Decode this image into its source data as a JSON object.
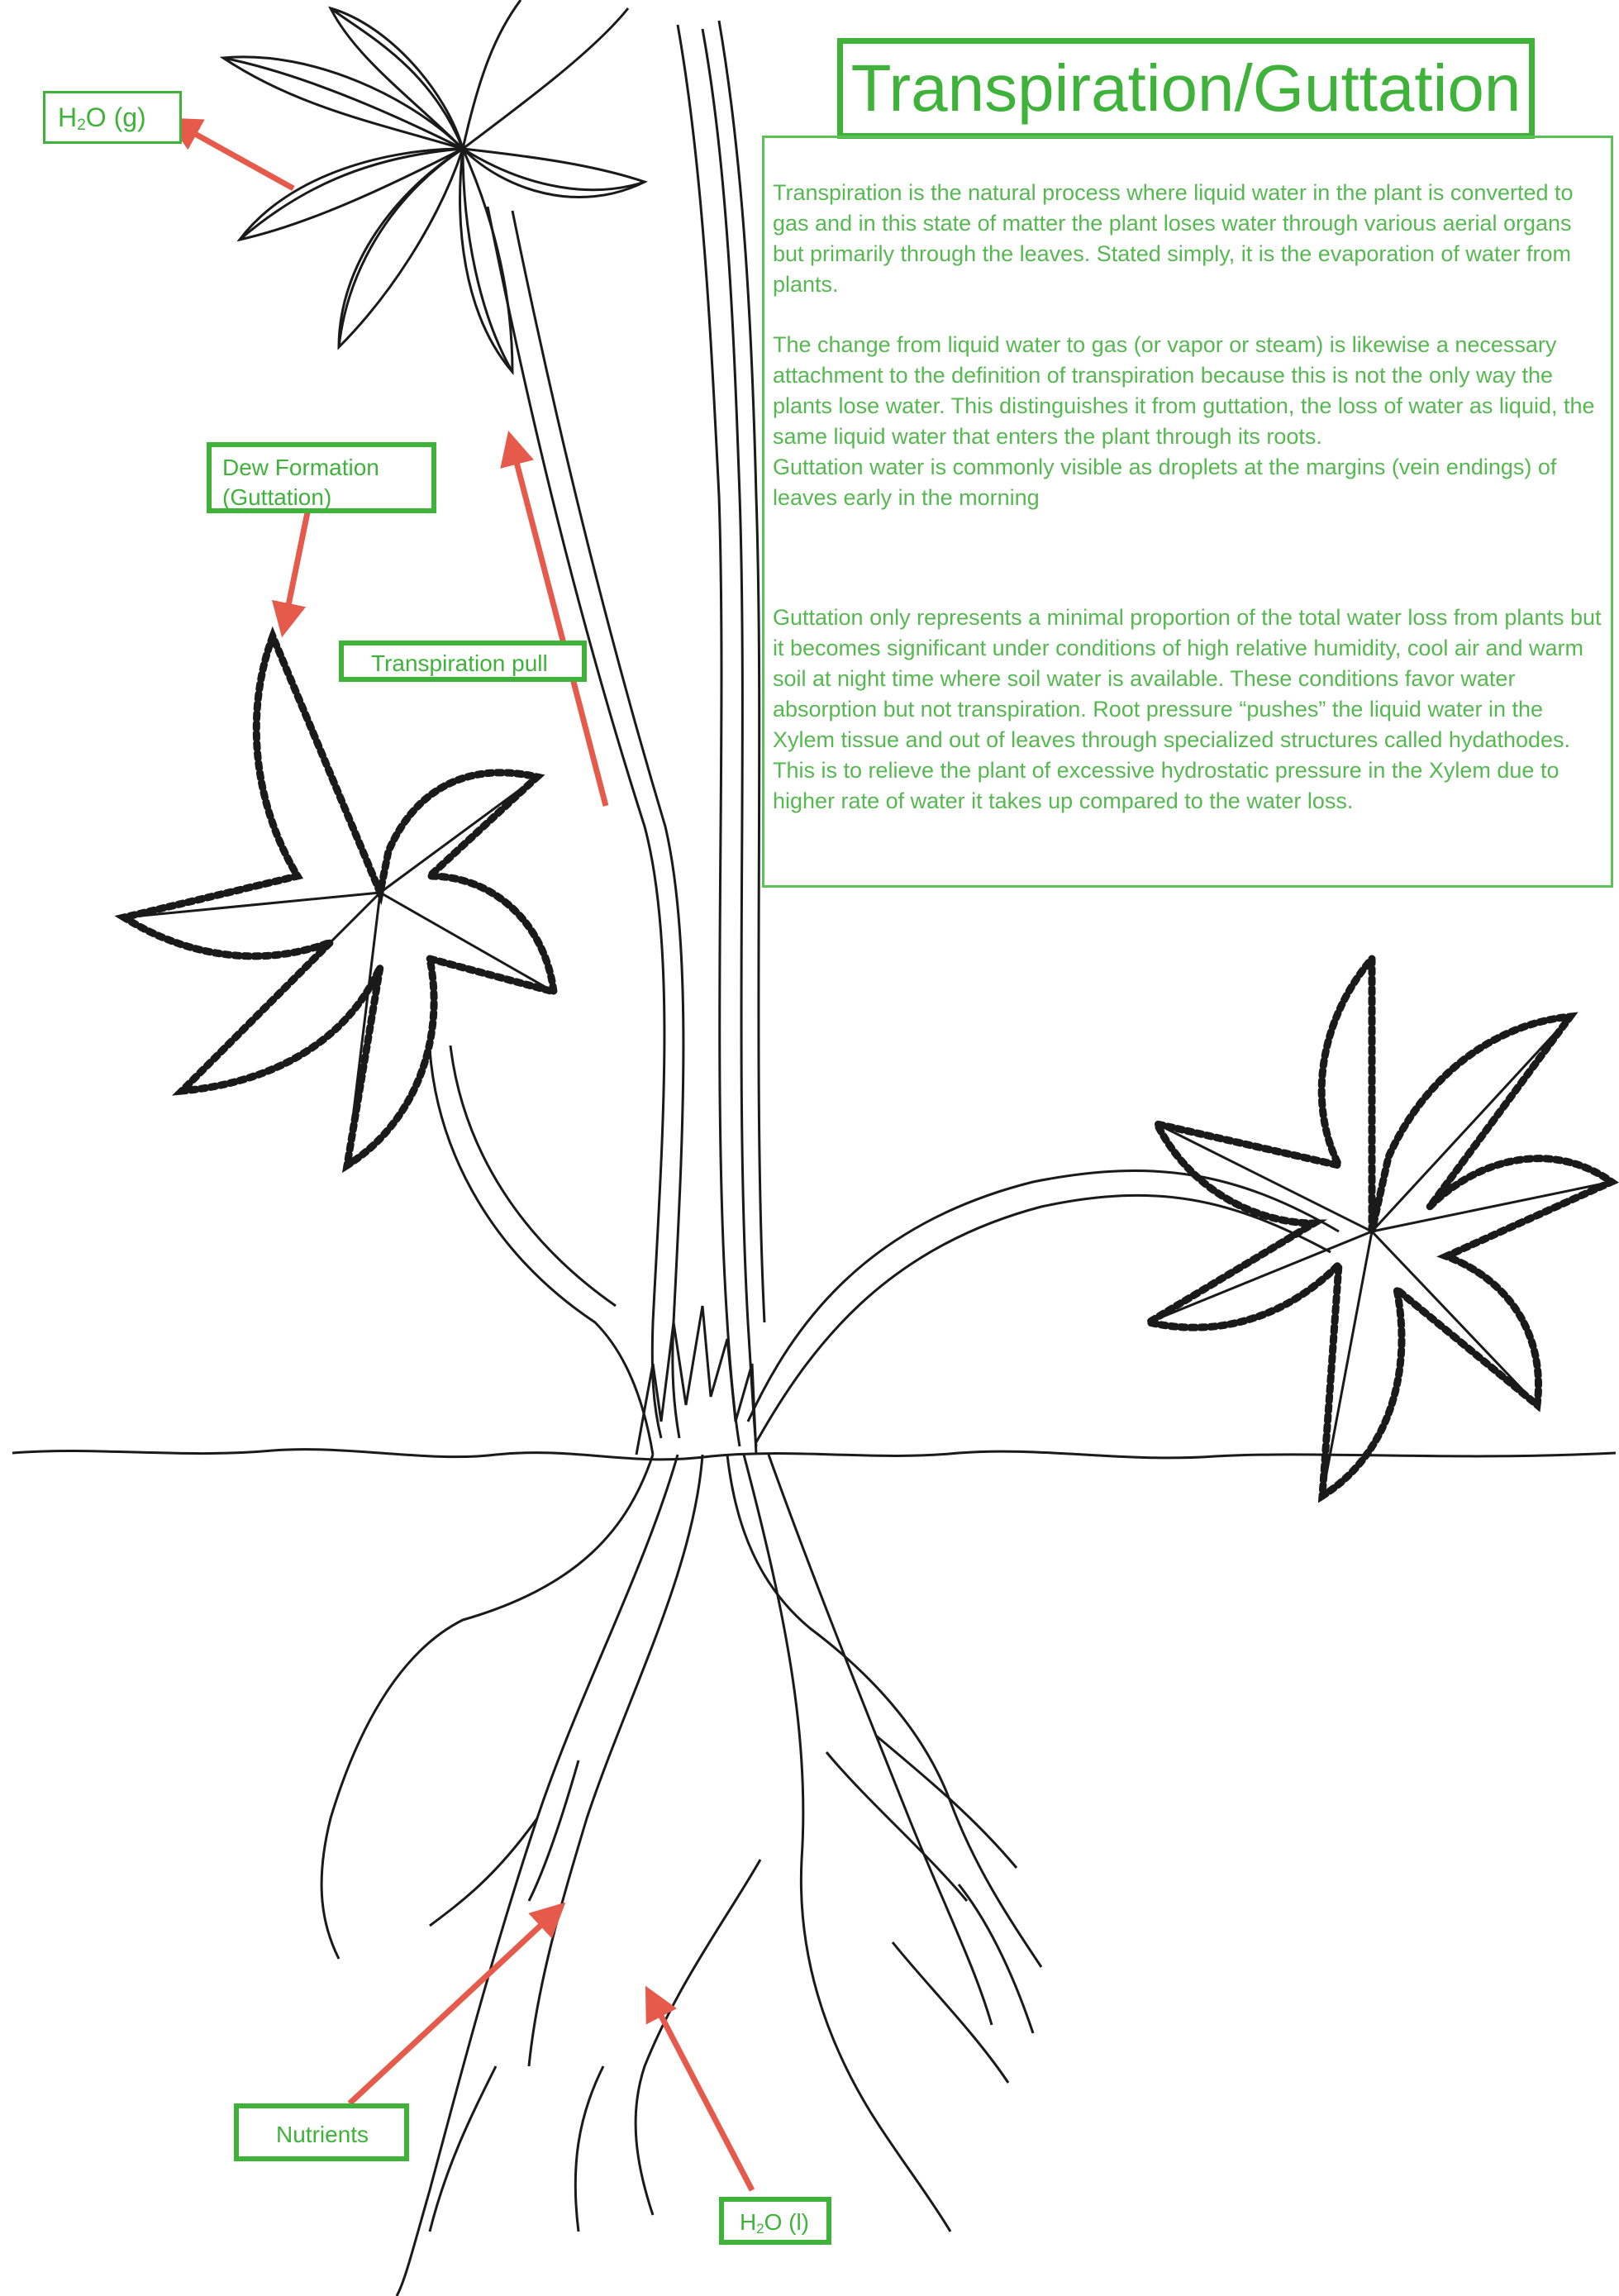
{
  "title": "Transpiration/Guttation",
  "paragraphs": [
    "Transpiration is the natural process where liquid water in the plant is converted to gas and in this state of matter the plant loses water through various aerial organs but primarily through the leaves. Stated simply, it is the evaporation of water from plants.",
    "The change from liquid water to gas (or vapor or steam) is likewise a necessary attachment to the definition of transpiration because this is not the only way the plants lose water. This distinguishes it from guttation, the loss of water as liquid, the same liquid water that enters the plant through its roots.",
    "Guttation water is commonly visible as droplets at the margins (vein endings) of leaves early in the morning",
    "Guttation only represents a minimal proportion of the total water loss from plants but it becomes significant under conditions of high relative humidity, cool air and warm soil at night time where soil water is available. These conditions favor water absorption but not transpiration. Root pressure “pushes” the liquid water in the Xylem tissue and out of leaves through specialized structures called hydathodes.",
    "This is to relieve the plant of excessive hydrostatic pressure in the Xylem due to higher rate of water it takes up compared to the water loss."
  ],
  "labels": {
    "h2o_gas": {
      "pre": "H",
      "sub": "2",
      "post": "O (g)"
    },
    "dew_formation": "Dew Formation (Guttation)",
    "transpiration_pull": "Transpiration pull",
    "nutrients": "Nutrients",
    "h2o_liquid": {
      "pre": "H",
      "sub": "2",
      "post": "O (l)"
    }
  },
  "colors": {
    "label_green": "#3fb23a",
    "text_green": "#56b850",
    "arrow_red": "#e55a4a",
    "ink": "#1a1a1a"
  }
}
